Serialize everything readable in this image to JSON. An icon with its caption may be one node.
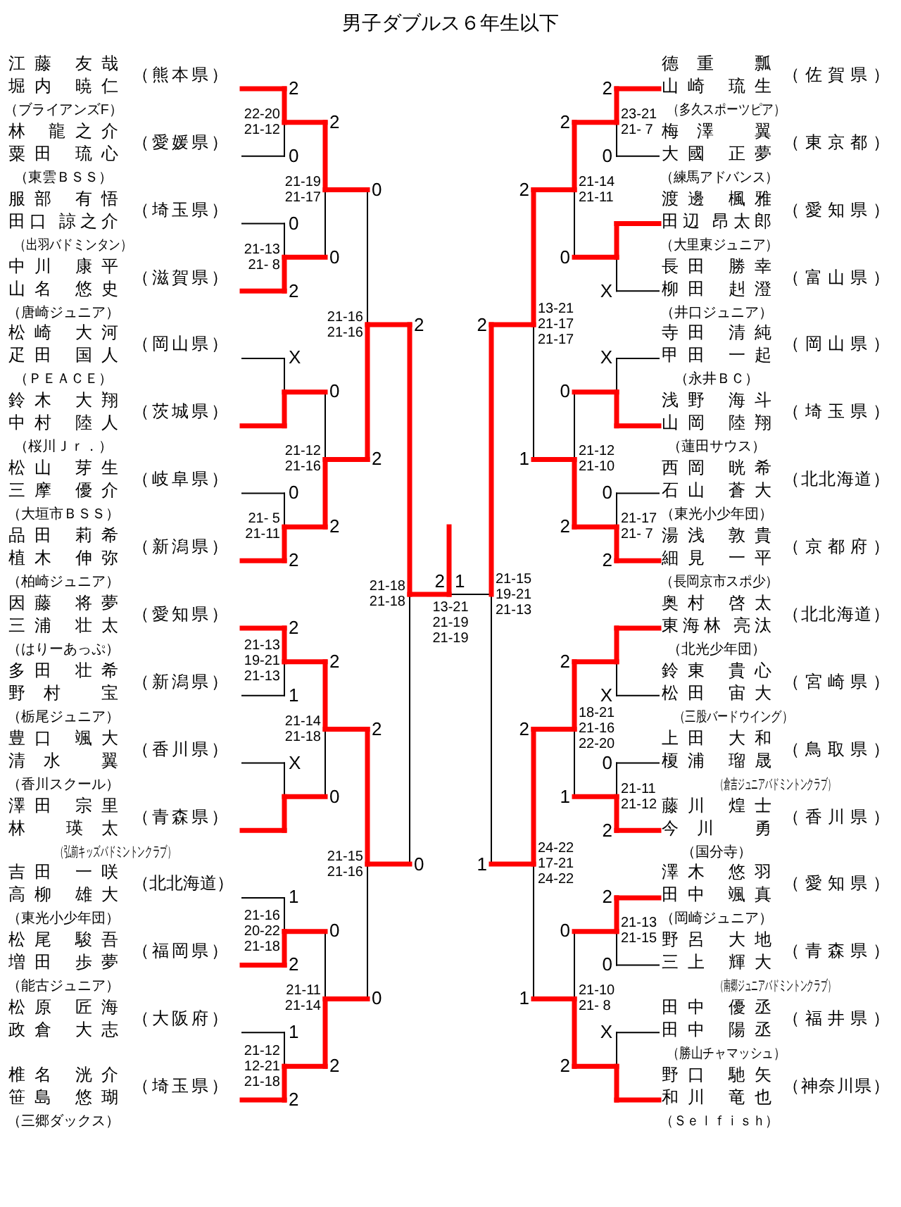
{
  "diagram": {
    "title": "男子ダブルス６年生以下",
    "nodes": [
      {
        "text": [
          "江藤 友哉",
          "堀内 暁仁",
          "（ブライアンズF）"
        ],
        "beside": [
          "（熊本県）"
        ]
      },
      {
        "text": [
          "林 龍之介",
          "粟田 琉心",
          "（東雲ＢＳＳ）"
        ],
        "beside": [
          "（愛媛県）"
        ]
      },
      {
        "text": [
          "服部 有悟",
          "田口 諒之介",
          "（出羽バドミンタン）"
        ],
        "beside": [
          "（埼玉県）"
        ]
      },
      {
        "text": [
          "中川 康平",
          "山名 悠史",
          "（唐崎ジュニア）"
        ],
        "beside": [
          "（滋賀県）"
        ]
      },
      {
        "text": [
          "松崎 大河",
          "疋田 国人",
          "（ＰＥＡＣＥ）"
        ],
        "beside": [
          "（岡山県）"
        ]
      },
      {
        "text": [
          "鈴木 大翔",
          "中村 陸人",
          "（桜川Ｊｒ．）"
        ],
        "beside": [
          "（茨城県）"
        ]
      },
      {
        "text": [
          "松山 芽生",
          "三摩 優介",
          "（大垣市ＢＳＳ）"
        ],
        "beside": [
          "（岐阜県）"
        ]
      },
      {
        "text": [
          "品田 莉希",
          "植木 伸弥",
          "（柏崎ジュニア）"
        ],
        "beside": [
          "（新潟県）"
        ]
      },
      {
        "text": [
          "因藤 将夢",
          "三浦 壮太",
          "（はりーあっぷ）"
        ],
        "beside": [
          "（愛知県）"
        ]
      },
      {
        "text": [
          "多田 壮希",
          "野村 宝",
          "（栃尾ジュニア）"
        ],
        "beside": [
          "（新潟県）"
        ]
      },
      {
        "text": [
          "豊口 颯大",
          "清水 翼",
          "（香川スクール）"
        ],
        "beside": [
          "（香川県）"
        ]
      },
      {
        "text": [
          "澤田 宗里",
          "林 瑛太",
          "（弘前キッズバドミントンクラブ）"
        ],
        "beside": [
          "（青森県）"
        ]
      },
      {
        "text": [
          "吉田 一咲",
          "高柳 雄大",
          "（東光小少年団）"
        ],
        "beside": [
          "（北北海道）"
        ]
      },
      {
        "text": [
          "松尾 駿吾",
          "増田 歩夢",
          "（能古ジュニア）"
        ],
        "beside": [
          "（福岡県）"
        ]
      },
      {
        "text": [
          "松原 匠海",
          "政倉 大志"
        ],
        "beside": [
          "（大阪府）"
        ]
      },
      {
        "text": [
          "椎名 洸介",
          "笹島 悠瑚",
          "（三郷ダックス）"
        ],
        "beside": [
          "（埼玉県）"
        ]
      },
      {
        "text": [
          "德重 瓢",
          "山崎 琉生",
          "（多久スポーツピア）"
        ],
        "beside": [
          "（佐賀県）"
        ]
      },
      {
        "text": [
          "梅澤 翼",
          "大國 正夢",
          "（練馬アドバンス）"
        ],
        "beside": [
          "（東京都）"
        ]
      },
      {
        "text": [
          "渡邊 楓雅",
          "田辺 昂太郎",
          "（大里東ジュニア）"
        ],
        "beside": [
          "（愛知県）"
        ]
      },
      {
        "text": [
          "長田 勝幸",
          "柳田 赳澄",
          "（井口ジュニア）"
        ],
        "beside": [
          "（富山県）"
        ]
      },
      {
        "text": [
          "寺田 清純",
          "甲田 一起",
          "（永井ＢＣ）"
        ],
        "beside": [
          "（岡山県）"
        ]
      },
      {
        "text": [
          "浅野 海斗",
          "山岡 陸翔",
          "（蓮田サウス）"
        ],
        "beside": [
          "（埼玉県）"
        ]
      },
      {
        "text": [
          "西岡 晄希",
          "石山 蒼大",
          "（東光小少年団）"
        ],
        "beside": [
          "（北北海道）"
        ]
      },
      {
        "text": [
          "湯浅 敦貴",
          "細見 一平",
          "（長岡京市スポ少）"
        ],
        "beside": [
          "（京都府）"
        ]
      },
      {
        "text": [
          "奥村 啓太",
          "東海林 亮汰",
          "（北光少年団）"
        ],
        "beside": [
          "（北北海道）"
        ]
      },
      {
        "text": [
          "鈴東 貴心",
          "松田 宙大",
          "（三股バードウイング）"
        ],
        "beside": [
          "（宮崎県）"
        ]
      },
      {
        "text": [
          "上田 大和",
          "榎浦 瑠晟",
          "（倉吉ジュニアバドミントンクラブ）"
        ],
        "beside": [
          "（鳥取県）"
        ]
      },
      {
        "text": [
          "藤川 煌士",
          "今川 勇",
          "（国分寺）"
        ],
        "beside": [
          "（香川県）"
        ]
      },
      {
        "text": [
          "澤木 悠羽",
          "田中 颯真",
          "（岡崎ジュニア）"
        ],
        "beside": [
          "（愛知県）"
        ]
      },
      {
        "text": [
          "野呂 大地",
          "三上 輝大",
          "（南郷ジュニアバドミントンクラブ）"
        ],
        "beside": [
          "（青森県）"
        ]
      },
      {
        "text": [
          "田中 優丞",
          "田中 陽丞",
          "（勝山チャマッシュ）"
        ],
        "beside": [
          "（福井県）"
        ]
      },
      {
        "text": [
          "野口 馳矢",
          "和川 竜也",
          "（Ｓｅｌｆｉｓｈ）"
        ],
        "beside": [
          "（神奈川県）"
        ]
      }
    ],
    "labels": [
      "2",
      "0",
      "22-20",
      "21-12",
      "0",
      "2",
      "21-13",
      "21- 8",
      "X",
      "0",
      "2",
      "21- 5",
      "21-11",
      "2",
      "1",
      "21-13",
      "19-21",
      "21-13",
      "X",
      "1",
      "2",
      "21-16",
      "20-22",
      "21-18",
      "1",
      "2",
      "21-12",
      "12-21",
      "21-18",
      "2",
      "0",
      "21-19",
      "21-17",
      "0",
      "2",
      "21-12",
      "21-16",
      "2",
      "0",
      "21-14",
      "21-18",
      "0",
      "2",
      "21-11",
      "21-14",
      "0",
      "2",
      "21-16",
      "21-16",
      "2",
      "0",
      "21-15",
      "21-16",
      "2",
      "0",
      "21-18",
      "21-18",
      "2",
      "0",
      "23-21",
      "21- 7",
      "X",
      "X",
      "0",
      "2",
      "21-17",
      "21- 7",
      "X",
      "0",
      "2",
      "21-11",
      "21-12",
      "2",
      "0",
      "21-13",
      "21-15",
      "X",
      "2",
      "0",
      "21-14",
      "21-11",
      "0",
      "2",
      "21-12",
      "21-10",
      "2",
      "1",
      "18-21",
      "21-16",
      "22-20",
      "0",
      "2",
      "21-10",
      "21- 8",
      "2",
      "1",
      "13-21",
      "21-17",
      "21-17",
      "2",
      "1",
      "24-22",
      "17-21",
      "24-22",
      "2",
      "1",
      "21-15",
      "19-21",
      "21-13",
      "2",
      "1",
      "13-21",
      "21-19",
      "21-19"
    ]
  }
}
